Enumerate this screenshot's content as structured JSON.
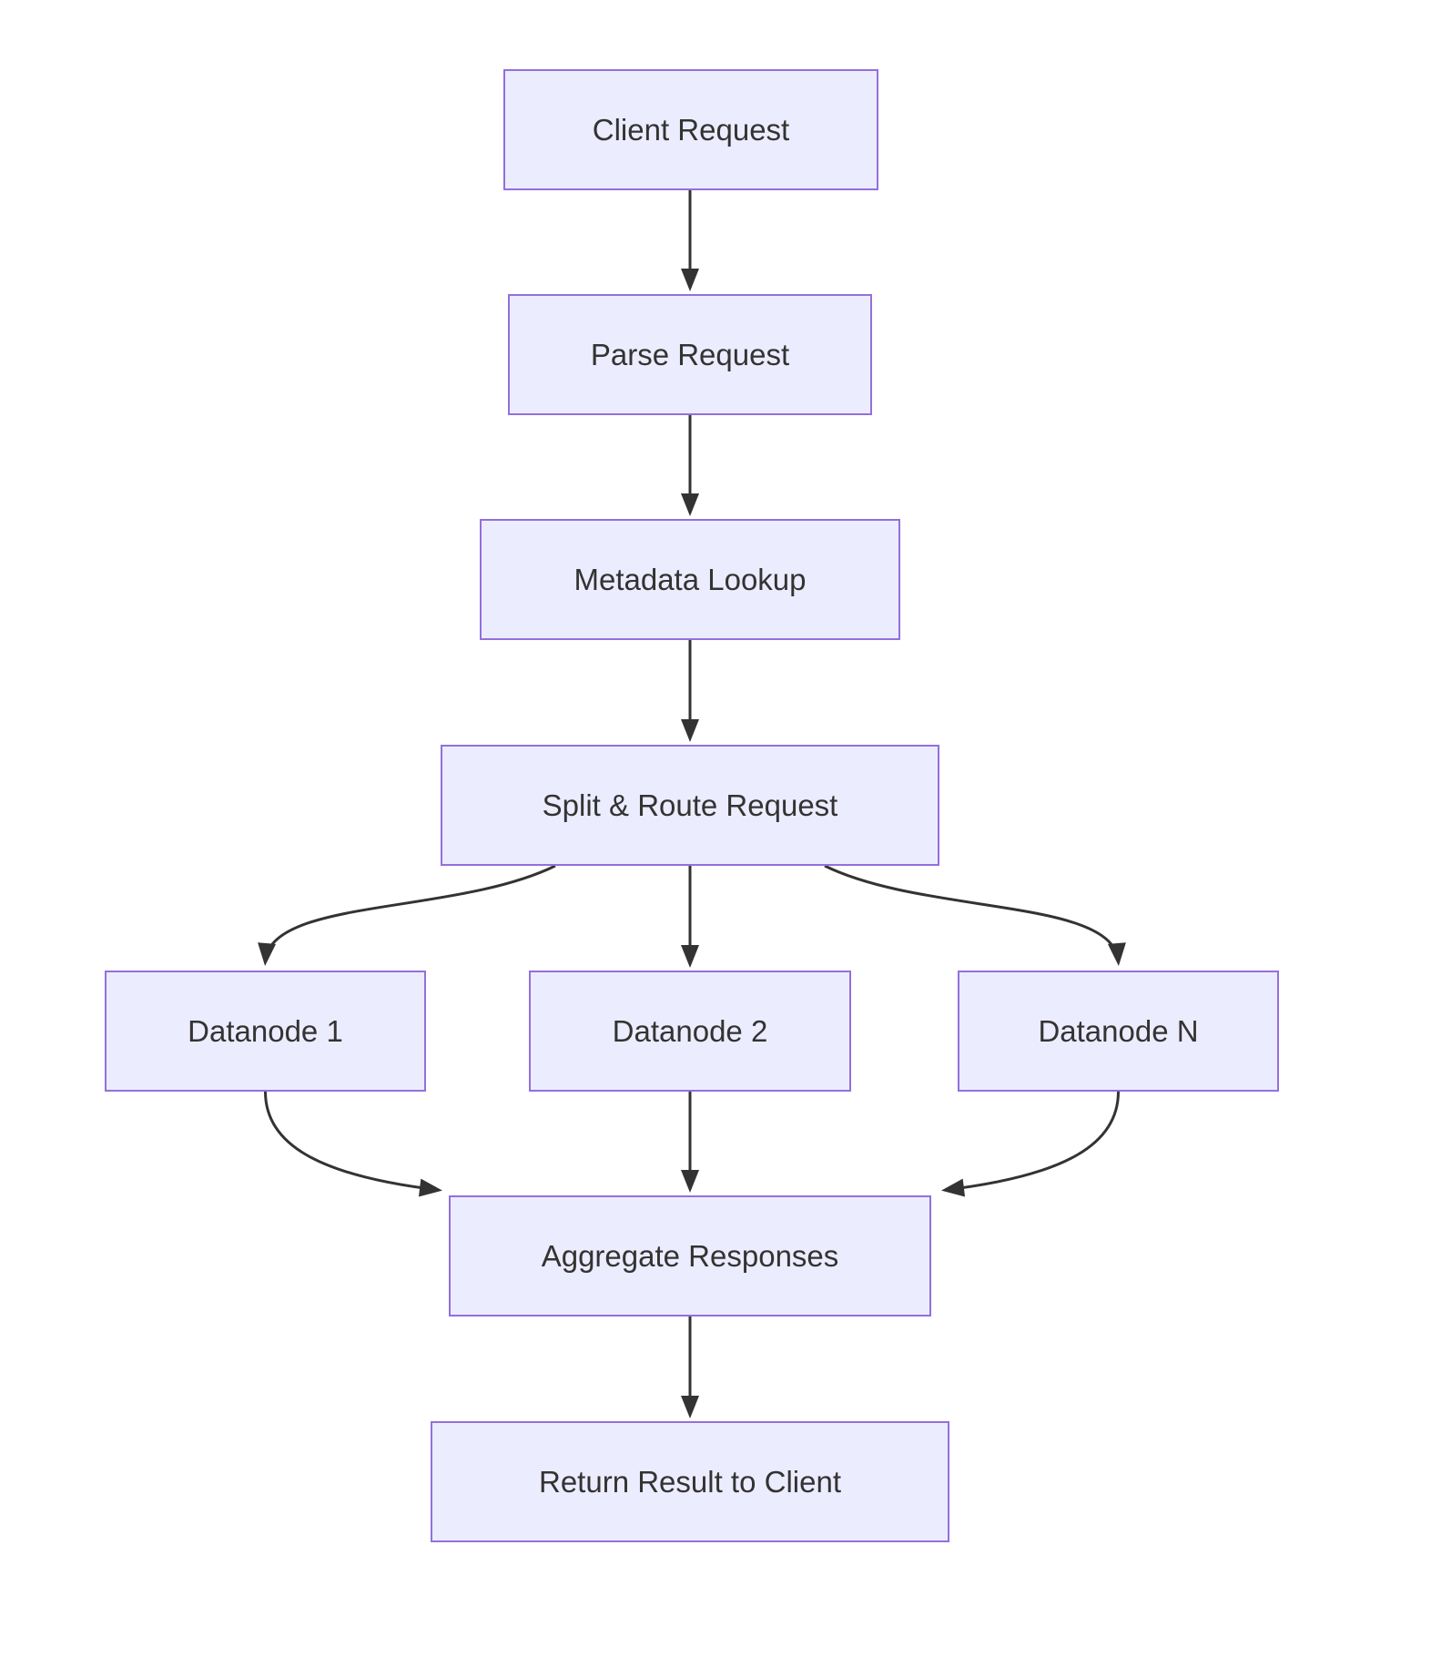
{
  "diagram": {
    "type": "flowchart",
    "direction": "top-down",
    "nodes": [
      {
        "id": "client-request",
        "label": "Client Request"
      },
      {
        "id": "parse-request",
        "label": "Parse Request"
      },
      {
        "id": "metadata-lookup",
        "label": "Metadata Lookup"
      },
      {
        "id": "split-route-request",
        "label": "Split & Route Request"
      },
      {
        "id": "datanode-1",
        "label": "Datanode 1"
      },
      {
        "id": "datanode-2",
        "label": "Datanode 2"
      },
      {
        "id": "datanode-n",
        "label": "Datanode N"
      },
      {
        "id": "aggregate-responses",
        "label": "Aggregate Responses"
      },
      {
        "id": "return-result",
        "label": "Return Result to Client"
      }
    ],
    "edges": [
      {
        "from": "client-request",
        "to": "parse-request"
      },
      {
        "from": "parse-request",
        "to": "metadata-lookup"
      },
      {
        "from": "metadata-lookup",
        "to": "split-route-request"
      },
      {
        "from": "split-route-request",
        "to": "datanode-1"
      },
      {
        "from": "split-route-request",
        "to": "datanode-2"
      },
      {
        "from": "split-route-request",
        "to": "datanode-n"
      },
      {
        "from": "datanode-1",
        "to": "aggregate-responses"
      },
      {
        "from": "datanode-2",
        "to": "aggregate-responses"
      },
      {
        "from": "datanode-n",
        "to": "aggregate-responses"
      },
      {
        "from": "aggregate-responses",
        "to": "return-result"
      }
    ],
    "colors": {
      "node_fill": "#ECECFF",
      "node_border": "#9370DB",
      "text": "#333333",
      "edge": "#333333",
      "background": "#FFFFFF"
    }
  }
}
